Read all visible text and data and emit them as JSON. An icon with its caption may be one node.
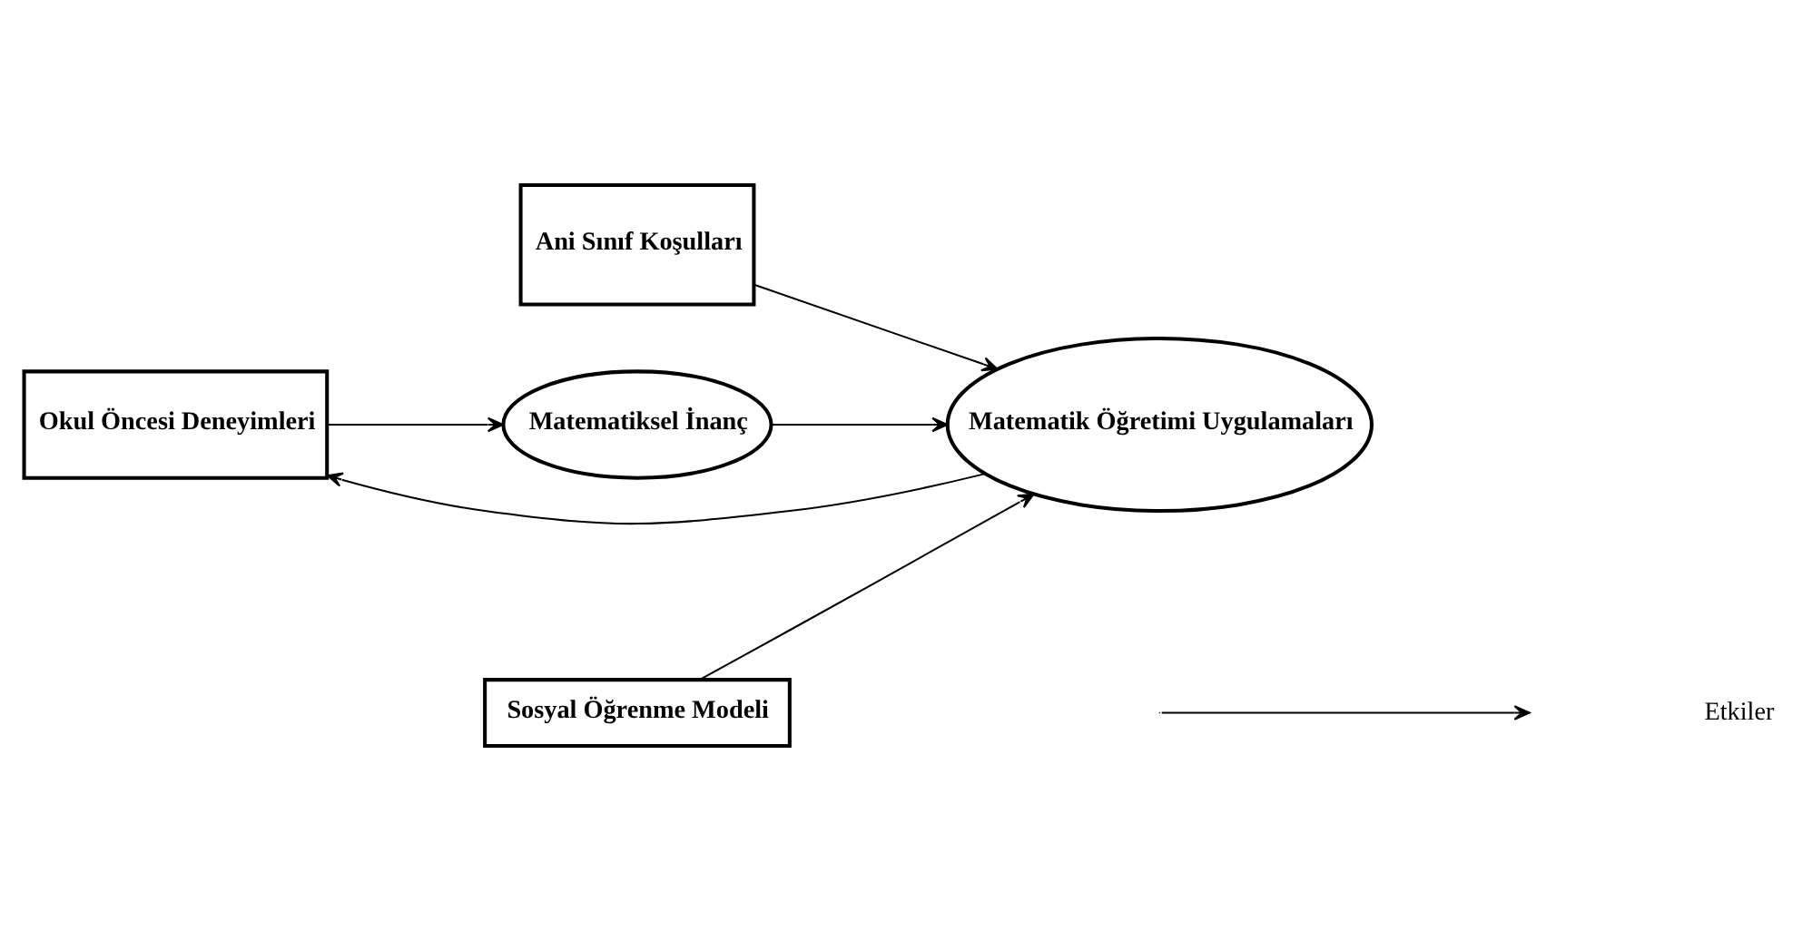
{
  "diagram": {
    "nodes": [
      {
        "text": [
          "Ani Sınıf Koşulları"
        ]
      },
      {
        "text": [
          "Okul Öncesi Deneyimleri"
        ]
      },
      {
        "text": [
          "Matematiksel İnanç"
        ]
      },
      {
        "text": [
          "Matematik Öğretimi Uygulamaları"
        ]
      },
      {
        "text": [
          "Sosyal Öğrenme Modeli"
        ]
      }
    ],
    "edges": [
      {
        "from": 0,
        "to": 3,
        "arrow": "to"
      },
      {
        "from": 1,
        "to": 2,
        "arrow": "to"
      },
      {
        "from": 2,
        "to": 3,
        "arrow": "to"
      },
      {
        "from": 4,
        "to": 3,
        "arrow": "to"
      },
      {
        "from": 3,
        "to": 1,
        "arrow": "to"
      }
    ],
    "legend": [
      {
        "text": "Etkiler"
      }
    ]
  }
}
